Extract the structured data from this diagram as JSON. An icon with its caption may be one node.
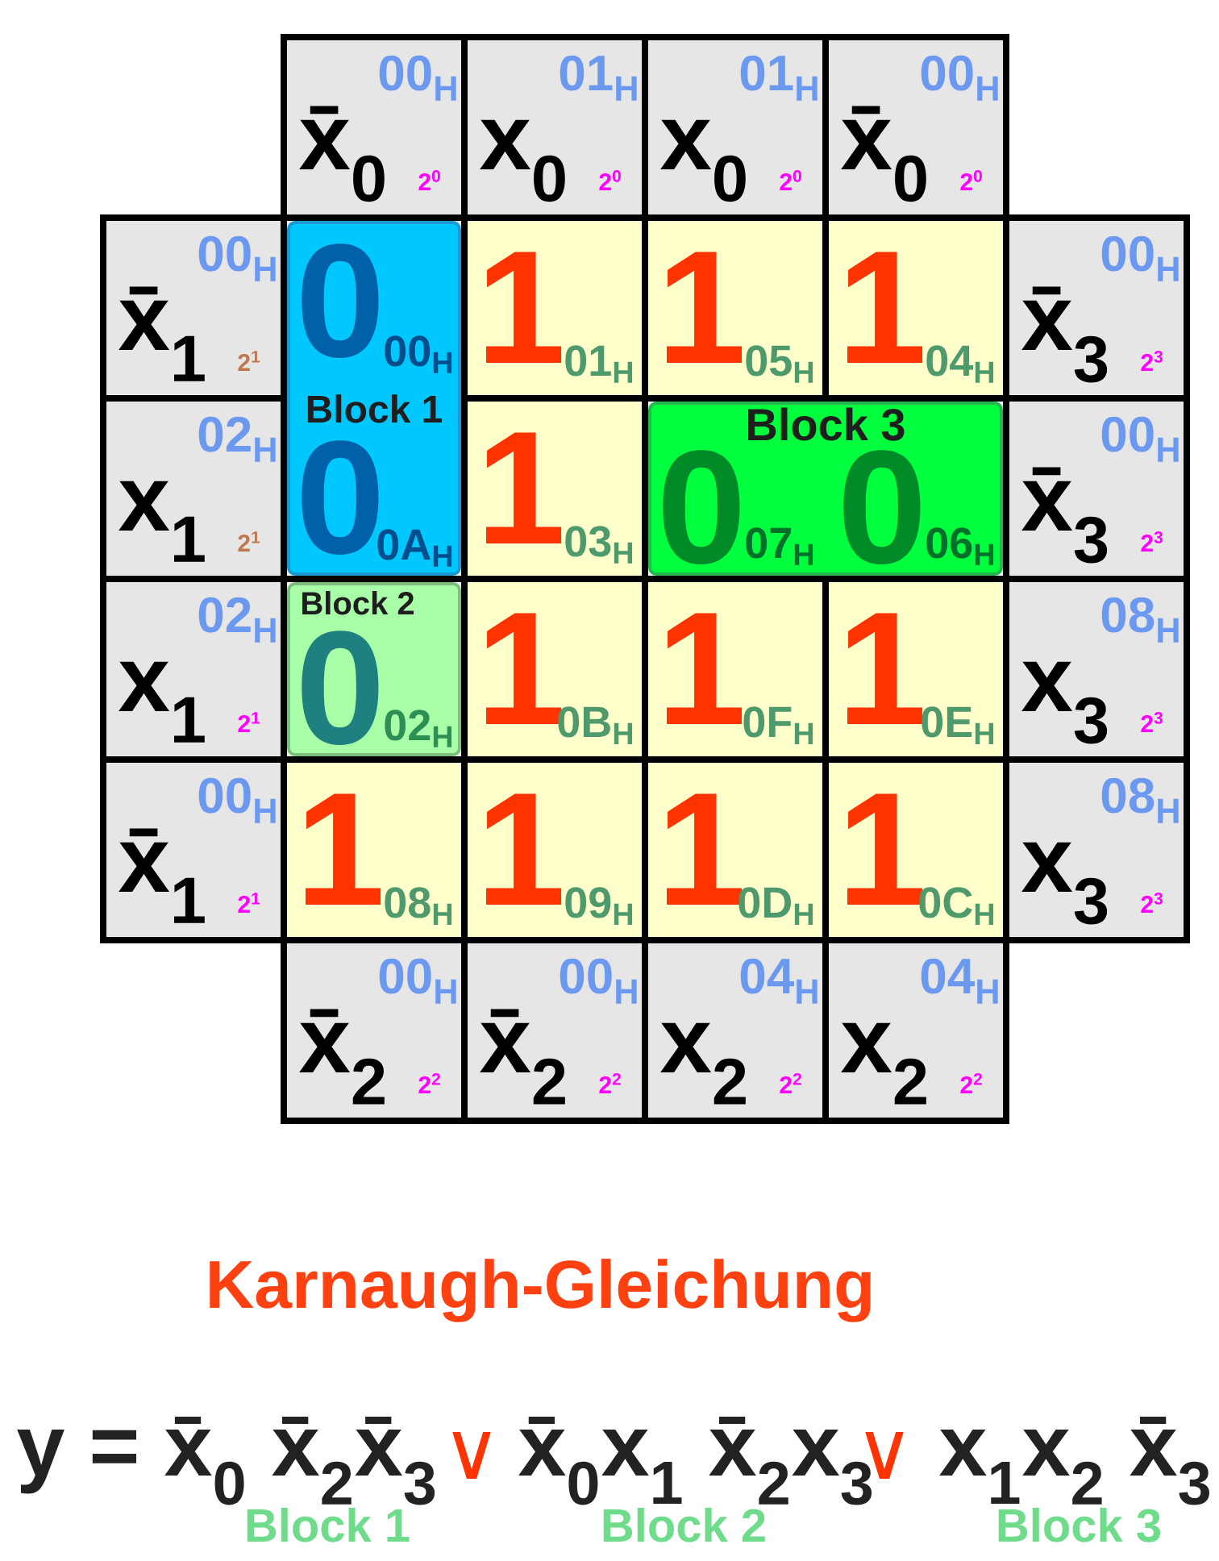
{
  "diagram": {
    "title": "Karnaugh-Gleichung",
    "nodes": [
      {
        "text": [
          "00$_{H}$",
          "x̄$_{0}$",
          "2$^{0}$"
        ]
      },
      {
        "text": [
          "01$_{H}$",
          "x$_{0}$",
          "2$^{0}$"
        ]
      },
      {
        "text": [
          "01$_{H}$",
          "x$_{0}$",
          "2$^{0}$"
        ]
      },
      {
        "text": [
          "00$_{H}$",
          "x̄$_{0}$",
          "2$^{0}$"
        ]
      },
      {
        "text": [
          "00$_{H}$",
          "x̄$_{1}$",
          "2$^{1}$"
        ]
      },
      {
        "text": [
          "Block 1"
        ]
      },
      {
        "text": [
          "0",
          "00$_{H}$"
        ],
        "in": 5
      },
      {
        "text": [
          "1",
          "01$_{H}$"
        ]
      },
      {
        "text": [
          "1",
          "05$_{H}$"
        ]
      },
      {
        "text": [
          "1",
          "04$_{H}$"
        ]
      },
      {
        "text": [
          "00$_{H}$",
          "x̄$_{3}$",
          "2$^{3}$"
        ]
      },
      {
        "text": [
          "02$_{H}$",
          "x$_{1}$",
          "2$^{1}$"
        ]
      },
      {
        "text": [
          "0",
          "0A$_{H}$"
        ],
        "in": 5
      },
      {
        "text": [
          "1",
          "03$_{H}$"
        ]
      },
      {
        "text": [
          "Block 3"
        ]
      },
      {
        "text": [
          "0",
          "07$_{H}$"
        ],
        "in": 14
      },
      {
        "text": [
          "0",
          "06$_{H}$"
        ],
        "in": 14
      },
      {
        "text": [
          "00$_{H}$",
          "x̄$_{3}$",
          "2$^{3}$"
        ]
      },
      {
        "text": [
          "02$_{H}$",
          "x$_{1}$",
          "2$^{1}$"
        ]
      },
      {
        "text": [
          "Block 2"
        ]
      },
      {
        "text": [
          "0",
          "02$_{H}$"
        ],
        "in": 19
      },
      {
        "text": [
          "1",
          "0B$_{H}$"
        ]
      },
      {
        "text": [
          "1",
          "0F$_{H}$"
        ]
      },
      {
        "text": [
          "1",
          "0E$_{H}$"
        ]
      },
      {
        "text": [
          "08$_{H}$",
          "x$_{3}$",
          "2$^{3}$"
        ]
      },
      {
        "text": [
          "00$_{H}$",
          "x̄$_{1}$",
          "2$^{1}$"
        ]
      },
      {
        "text": [
          "1",
          "08$_{H}$"
        ]
      },
      {
        "text": [
          "1",
          "09$_{H}$"
        ]
      },
      {
        "text": [
          "1",
          "0D$_{H}$"
        ]
      },
      {
        "text": [
          "1",
          "0C$_{H}$"
        ]
      },
      {
        "text": [
          "08$_{H}$",
          "x$_{3}$",
          "2$^{3}$"
        ]
      },
      {
        "text": [
          "00$_{H}$",
          "x̄$_{2}$",
          "2$^{2}$"
        ]
      },
      {
        "text": [
          "00$_{H}$",
          "x̄$_{2}$",
          "2$^{2}$"
        ]
      },
      {
        "text": [
          "04$_{H}$",
          "x$_{2}$",
          "2$^{2}$"
        ]
      },
      {
        "text": [
          "04$_{H}$",
          "x$_{2}$",
          "2$^{2}$"
        ]
      }
    ],
    "labels": [
      "y = x̄$_{0}$ x̄$_{2}$x̄$_{3}$",
      "∨",
      "x̄$_{0}$x$_{1}$ x̄$_{2}$x$_{3}$",
      "∨",
      "x$_{1}$x$_{2}$ x̄$_{3}$",
      "Block 1",
      "Block 2",
      "Block 3"
    ]
  }
}
